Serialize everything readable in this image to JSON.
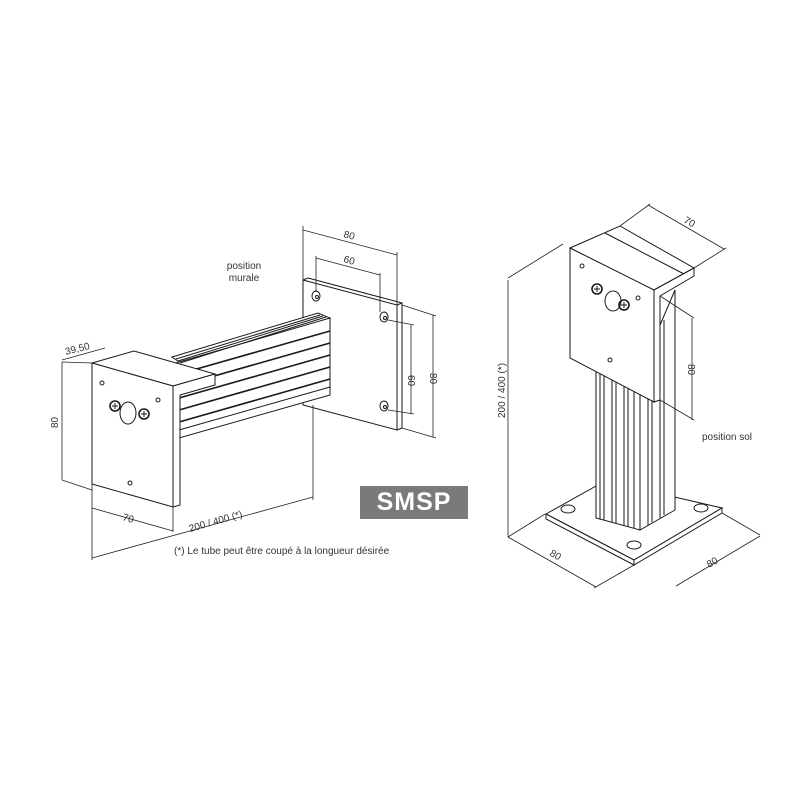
{
  "badge": {
    "text": "SMSP",
    "background": "#7a7a7a",
    "color": "#ffffff"
  },
  "wall_view": {
    "label_line1": "position",
    "label_line2": "murale",
    "dimensions": {
      "plate_depth": "39,50",
      "front_height": "80",
      "front_width": "70",
      "tube_length": "200 / 400 (*)",
      "wall_plate_width": "80",
      "wall_plate_hole_spacing_h": "60",
      "wall_plate_hole_spacing_v": "60",
      "wall_plate_height": "80"
    }
  },
  "floor_view": {
    "label": "position sol",
    "dimensions": {
      "top_depth": "70",
      "top_height": "80",
      "column_height": "200 / 400 (*)",
      "base_left": "80",
      "base_right": "80"
    }
  },
  "footnote": "(*)  Le tube peut être coupé à la longueur désirée"
}
